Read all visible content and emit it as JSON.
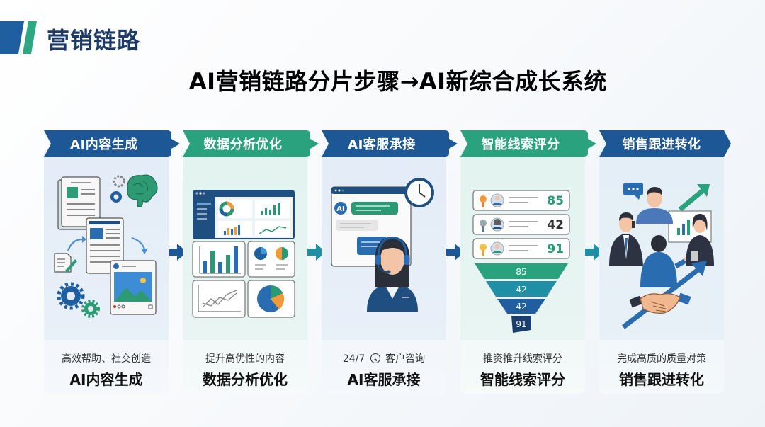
{
  "header": {
    "section_title": "营销链路",
    "main_title": "AI营销链路分片步骤→AI新综合成长系统",
    "brand_colors": {
      "blue": "#1f5fa0",
      "green": "#2ea883",
      "title_text": "#1e3a66"
    }
  },
  "steps": [
    {
      "chevron_label": "AI内容生成",
      "chevron_color": "#1d5796",
      "subtitle": "高效帮助、社交创造",
      "title": "AI内容生成",
      "illustration": "documents-gears-brain-social-post-icon"
    },
    {
      "chevron_label": "数据分析优化",
      "chevron_color": "#2aa27e",
      "subtitle": "提升高优性的内容",
      "title": "数据分析优化",
      "illustration": "analytics-dashboard-charts-icon"
    },
    {
      "chevron_label": "AI客服承接",
      "chevron_color": "#1d5796",
      "subtitle_prefix": "24/7",
      "subtitle_suffix": "客户咨询",
      "title": "AI客服承接",
      "illustration": "ai-chat-agent-headset-clock-icon",
      "chat_badge": "AI"
    },
    {
      "chevron_label": "智能线索评分",
      "chevron_color": "#2aa27e",
      "subtitle": "推资推升线索评分",
      "title": "智能线索评分",
      "illustration": "lead-score-funnel-icon",
      "lead_cards": [
        {
          "medal": "gold",
          "score": "85",
          "score_color": "#2a9a74"
        },
        {
          "medal": "silver",
          "score": "42",
          "score_color": "#333333"
        },
        {
          "medal": "gold",
          "score": "91",
          "score_color": "#2a9a74"
        }
      ],
      "funnel_levels": [
        "85",
        "42",
        "42",
        "91"
      ]
    },
    {
      "chevron_label": "销售跟进转化",
      "chevron_color": "#1d5796",
      "subtitle": "完成高质的质量对策",
      "title": "销售跟进转化",
      "illustration": "sales-team-handshake-growth-icon"
    }
  ]
}
